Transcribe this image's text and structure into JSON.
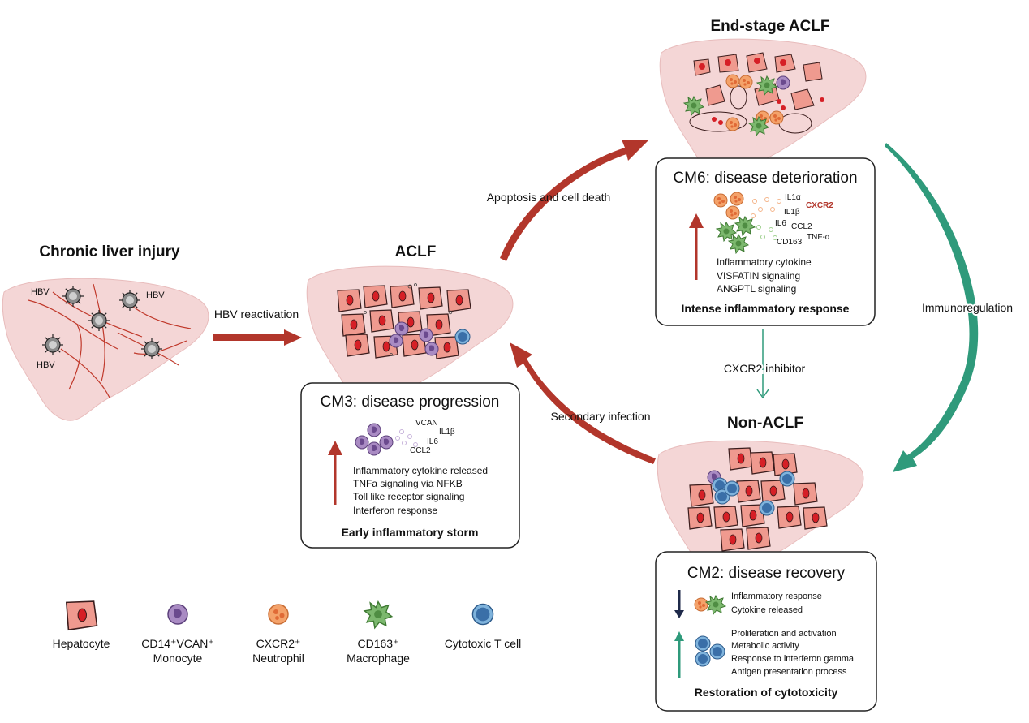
{
  "colors": {
    "liver": "#f4d6d6",
    "liver_edge": "#e8bcbc",
    "hepatocyte": "#ef9a8f",
    "nucleus": "#d61f26",
    "arrow_red": "#b2362b",
    "arrow_green": "#2f9a7b",
    "monocyte": "#a98bc3",
    "neutrophil": "#f4a26a",
    "macrophage": "#7cb86e",
    "tcell": "#3a6fa8",
    "text": "#111111"
  },
  "titles": {
    "chronic": "Chronic liver injury",
    "aclf": "ACLF",
    "end_stage": "End-stage ACLF",
    "non_aclf": "Non-ACLF"
  },
  "hbv_label": "HBV",
  "arrows": {
    "hbv_reactivation": "HBV reactivation",
    "apoptosis": "Apoptosis and cell death",
    "secondary_infection": "Secondary infection",
    "cxcr2_inhibitor": "CXCR2 inhibitor",
    "immunoregulation": "Immunoregulation"
  },
  "cm3": {
    "title": "CM3: disease progression",
    "labels": [
      "VCAN",
      "IL1β",
      "IL6",
      "CCL2"
    ],
    "items": [
      "Inflammatory cytokine released",
      "TNFa signaling via NFKB",
      "Toll like receptor signaling",
      "Interferon response"
    ],
    "footer": "Early inflammatory storm"
  },
  "cm6": {
    "title": "CM6: disease deterioration",
    "labels": [
      "IL1α",
      "CXCR2",
      "IL1β",
      "IL6",
      "CCL2",
      "TNF-α",
      "CD163"
    ],
    "items": [
      "Inflammatory cytokine",
      "VISFATIN signaling",
      "ANGPTL signaling"
    ],
    "footer": "Intense inflammatory response"
  },
  "cm2": {
    "title": "CM2: disease recovery",
    "down_items": [
      "Inflammatory response",
      "Cytokine released"
    ],
    "up_items": [
      "Proliferation and activation",
      "Metabolic activity",
      "Response to interferon gamma",
      "Antigen presentation process"
    ],
    "footer": "Restoration of cytotoxicity"
  },
  "legend": [
    {
      "line1": "Hepatocyte",
      "line2": ""
    },
    {
      "line1": "CD14⁺VCAN⁺",
      "line2": "Monocyte"
    },
    {
      "line1": "CXCR2⁺",
      "line2": "Neutrophil"
    },
    {
      "line1": "CD163⁺",
      "line2": "Macrophage"
    },
    {
      "line1": "Cytotoxic T cell",
      "line2": ""
    }
  ]
}
